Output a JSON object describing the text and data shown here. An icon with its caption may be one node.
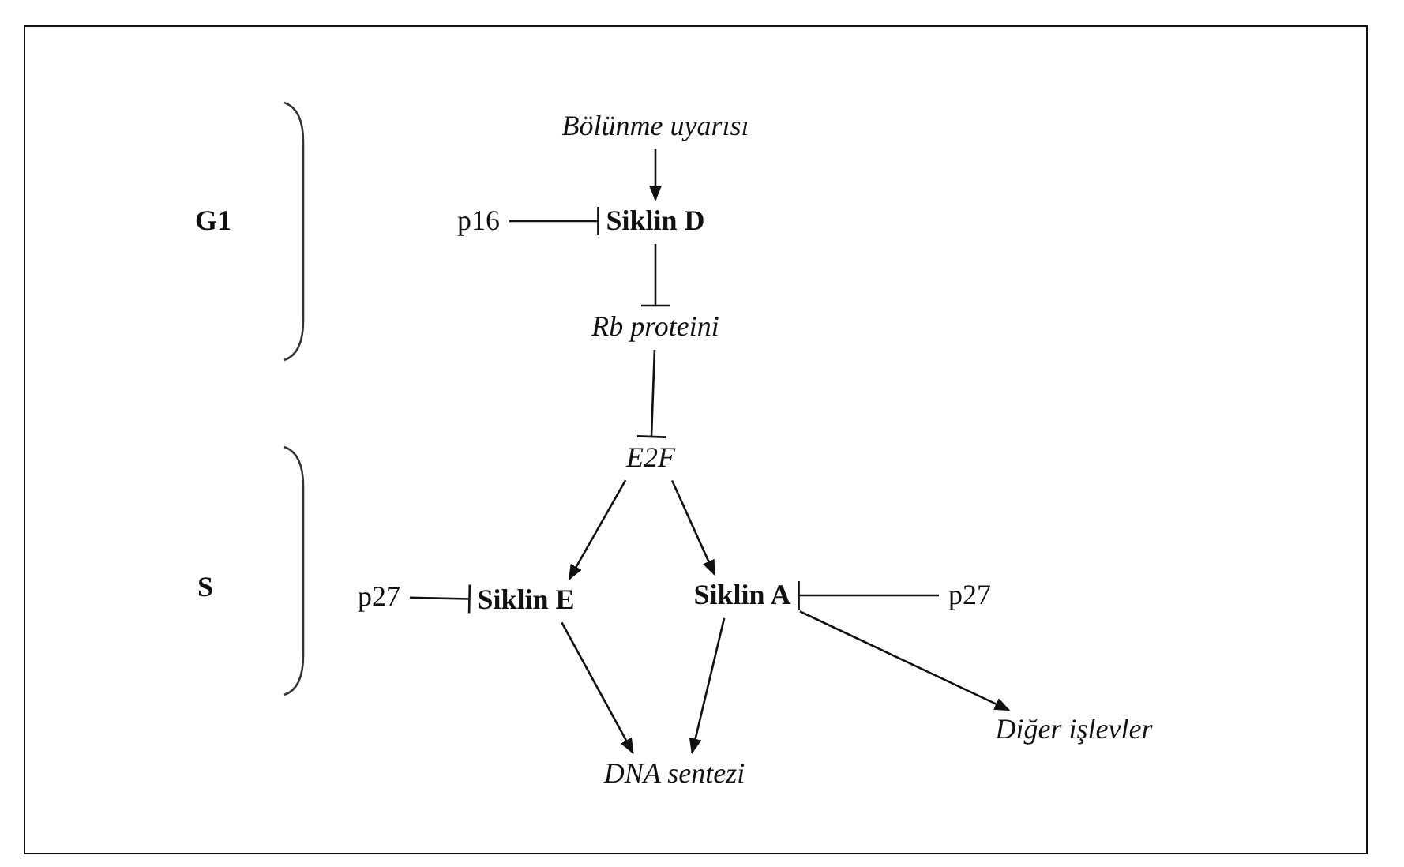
{
  "diagram": {
    "nodes": [
      {
        "text": [
          "Bölünme uyarısı"
        ]
      },
      {
        "text": [
          "p16"
        ]
      },
      {
        "text": [
          "Siklin D"
        ]
      },
      {
        "text": [
          "Rb proteini"
        ]
      },
      {
        "text": [
          "E2F"
        ]
      },
      {
        "text": [
          "p27"
        ]
      },
      {
        "text": [
          "Siklin E"
        ]
      },
      {
        "text": [
          "Siklin A"
        ]
      },
      {
        "text": [
          "p27"
        ]
      },
      {
        "text": [
          "DNA sentezi"
        ]
      },
      {
        "text": [
          "Diğer işlevler"
        ]
      }
    ],
    "edges": [
      {
        "from": 0,
        "to": 2,
        "arrow": "to"
      },
      {
        "from": 1,
        "to": 2,
        "arrow": "other"
      },
      {
        "from": 2,
        "to": 3,
        "arrow": "other"
      },
      {
        "from": 3,
        "to": 4,
        "arrow": "other"
      },
      {
        "from": 4,
        "to": 6,
        "arrow": "to"
      },
      {
        "from": 4,
        "to": 7,
        "arrow": "to"
      },
      {
        "from": 5,
        "to": 6,
        "arrow": "other"
      },
      {
        "from": 8,
        "to": 7,
        "arrow": "other"
      },
      {
        "from": 6,
        "to": 9,
        "arrow": "to"
      },
      {
        "from": 7,
        "to": 9,
        "arrow": "to"
      },
      {
        "from": 7,
        "to": 10,
        "arrow": "to"
      }
    ],
    "labels": [
      "G1",
      "S"
    ]
  }
}
